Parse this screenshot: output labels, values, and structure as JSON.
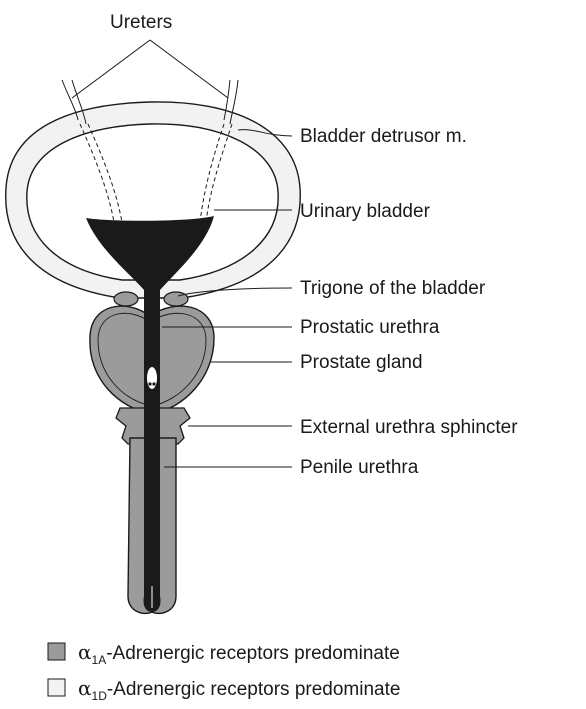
{
  "labels": {
    "ureters": "Ureters",
    "detrusor": "Bladder detrusor m.",
    "urinary_bladder": "Urinary bladder",
    "trigone": "Trigone of the bladder",
    "prostatic_urethra": "Prostatic urethra",
    "prostate_gland": "Prostate gland",
    "external_sphincter": "External urethra sphincter",
    "penile_urethra": "Penile urethra"
  },
  "legend": [
    {
      "greek": "α",
      "subscript": "1A",
      "text": "-Adrenergic receptors predominate",
      "swatch_color": "#9b9b9b"
    },
    {
      "greek": "α",
      "subscript": "1D",
      "text": "-Adrenergic receptors predominate",
      "swatch_color": "#f2f2f2"
    }
  ],
  "colors": {
    "alpha1A_gray": "#9b9b9b",
    "alpha1D_light": "#f2f2f2",
    "urethra_black": "#1a1a1a"
  }
}
